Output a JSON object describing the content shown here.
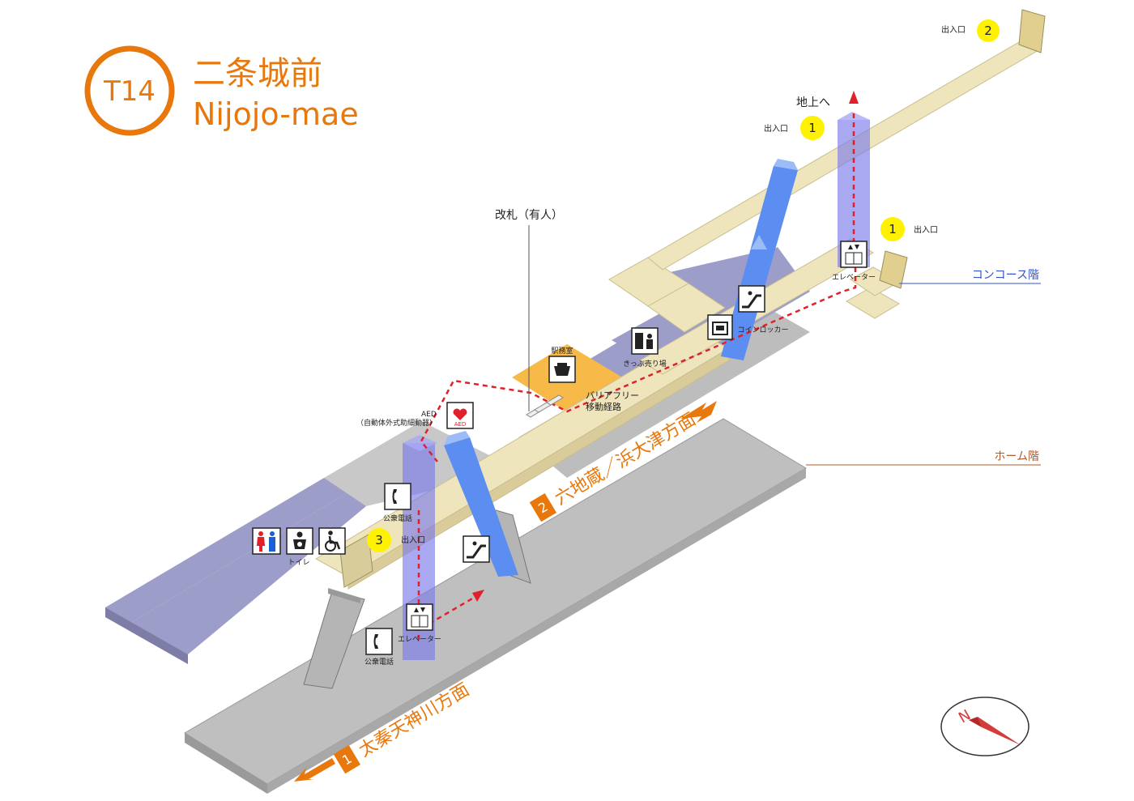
{
  "station": {
    "code": "T14",
    "name_ja": "二条城前",
    "name_en": "Nijojo-mae",
    "brand_color": "#e8780c"
  },
  "levels": {
    "concourse": "コンコース階",
    "platform": "ホーム階"
  },
  "labels": {
    "to_ground": "地上へ",
    "gate": "改札（有人）",
    "barrier_free": "バリアフリー\n移動経路",
    "barrier_free_1": "バリアフリー",
    "barrier_free_2": "移動経路",
    "aed_1": "AED",
    "aed_2": "（自動体外式助細動器）",
    "aed_icon_text": "AED",
    "station_office": "駅務室",
    "ticket": "きっぷ売り場",
    "locker": "コインロッカー",
    "elevator": "エレベーター",
    "phone": "公衆電話",
    "toilet": "トイレ",
    "exit": "出入口"
  },
  "exits": {
    "e1_top": "1",
    "e1_right": "1",
    "e2": "2",
    "e3": "3"
  },
  "directions": {
    "toward_east_num": "2",
    "toward_east": "六地蔵／浜大津方面",
    "toward_west_num": "1",
    "toward_west": "太秦天神川方面"
  },
  "compass": {
    "label": "N"
  },
  "colors": {
    "concourse": "#efe5bd",
    "platform_floor": "#9d9dc9",
    "track": "#bdbdbd",
    "office": "#f7b947",
    "elevator": "#7b7bea",
    "escalator": "#5b8ef0",
    "exit_badge": "#fff200",
    "route": "#e0202a",
    "concourse_line": "#3355cc",
    "platform_line": "#b35a2a"
  },
  "icons": [
    "toilet-icon",
    "baby-icon",
    "wheelchair-icon",
    "phone-icon",
    "elevator-icon",
    "escalator-icon",
    "locker-icon",
    "ticket-machine-icon",
    "aed-icon",
    "station-office-icon"
  ]
}
